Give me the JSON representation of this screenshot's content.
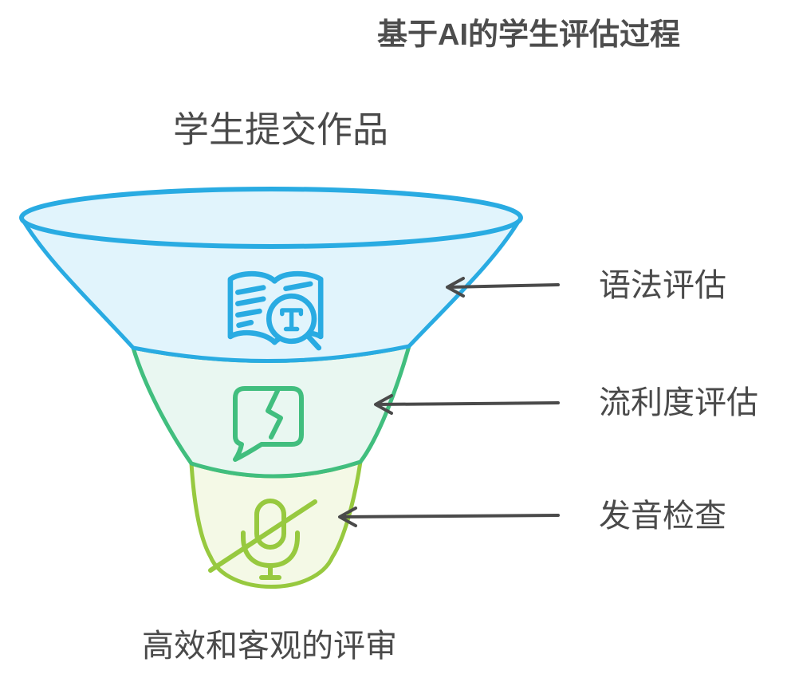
{
  "title": "基于AI的学生评估过程",
  "funnel": {
    "input_label": "学生提交作品",
    "output_label": "高效和客观的评审",
    "stages": [
      {
        "label": "语法评估",
        "icon": "book-text-search-icon",
        "stroke_color": "#29ABE2",
        "fill_color": "#E1F4FC"
      },
      {
        "label": "流利度评估",
        "icon": "speech-bubble-bolt-icon",
        "stroke_color": "#41BE7E",
        "fill_color": "#E9F7F1"
      },
      {
        "label": "发音检查",
        "icon": "mic-off-icon",
        "stroke_color": "#97C93F",
        "fill_color": "#F4F9E6"
      }
    ]
  },
  "colors": {
    "text": "#4A4A4A",
    "arrow": "#4A4A4A",
    "background": "#FFFFFF"
  }
}
